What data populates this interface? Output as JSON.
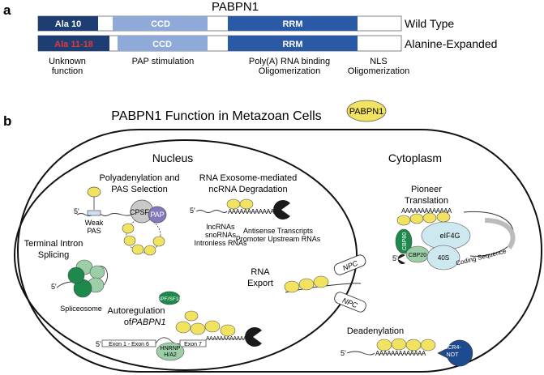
{
  "panel_a": {
    "letter": "a",
    "title": "PABPN1",
    "wild_type": {
      "ala": "Ala 10",
      "ccd": "CCD",
      "rrm": "RRM",
      "label": "Wild Type"
    },
    "expanded": {
      "ala": "Ala 11-18",
      "ccd": "CCD",
      "rrm": "RRM",
      "label": "Alanine-Expanded"
    },
    "domains": {
      "unknown_1": "Unknown",
      "unknown_2": "function",
      "pap": "PAP stimulation",
      "rrm_1": "Poly(A) RNA binding",
      "rrm_2": "Oligomerization",
      "nls_1": "NLS",
      "nls_2": "Oligomerization"
    }
  },
  "panel_b": {
    "letter": "b",
    "title": "PABPN1 Function in Metazoan Cells",
    "legend": "PABPN1",
    "nucleus": "Nucleus",
    "cytoplasm": "Cytoplasm",
    "polyadenylation": {
      "line1": "Polyadenylation and",
      "line2": "PAS Selection",
      "weak1": "Weak",
      "weak2": "PAS",
      "cpsf": "CPSF",
      "pap": "PAP",
      "five": "5'"
    },
    "exosome": {
      "line1": "RNA Exosome-mediated",
      "line2": "ncRNA Degradation",
      "five": "5'",
      "left1": "lncRNAs",
      "left2": "snoRNAs",
      "left3": "Intronless RNAs",
      "right1": "Antisense Transcripts",
      "right2": "Promoter Upstream RNAs"
    },
    "splicing": {
      "line1": "Terminal Intron",
      "line2": "Splicing",
      "five": "5'",
      "spliceosome": "Spliceosome"
    },
    "export": {
      "line1": "RNA",
      "line2": "Export",
      "npc_top": "NPC",
      "npc_bottom": "NPC"
    },
    "autoreg": {
      "line1": "Autoregulation",
      "line2": "of ",
      "gene": "PABPN1",
      "five": "5'",
      "exon_left": "Exon 1 - Exon 6",
      "exon_right": "Exon 7",
      "spf": "SPF/SF1b",
      "hnrnp1": "HNRNP",
      "hnrnp2": "H/A2"
    },
    "pioneer": {
      "line1": "Pioneer",
      "line2": "Translation",
      "cbp80": "CBP80",
      "cbp20": "CBP20",
      "eif4g": "eIF4G",
      "s40": "40S",
      "coding": "Coding Sequence",
      "five": "5'"
    },
    "deadenylation": {
      "title": "Deadenylation",
      "five": "5'",
      "ccr1": "CCR4-",
      "ccr2": "NOT"
    },
    "polya": "AAAAAAAAAAAAA"
  },
  "colors": {
    "ala_wt": "#1d3d73",
    "ala_exp": "#c0272d",
    "ccd": "#8fa9d8",
    "rrm": "#2a5aa6",
    "pabpn1": "#f1e35f",
    "green_dark": "#1d8a4b",
    "green_light": "#9ccfa8",
    "cap": "#1a1a1a"
  }
}
